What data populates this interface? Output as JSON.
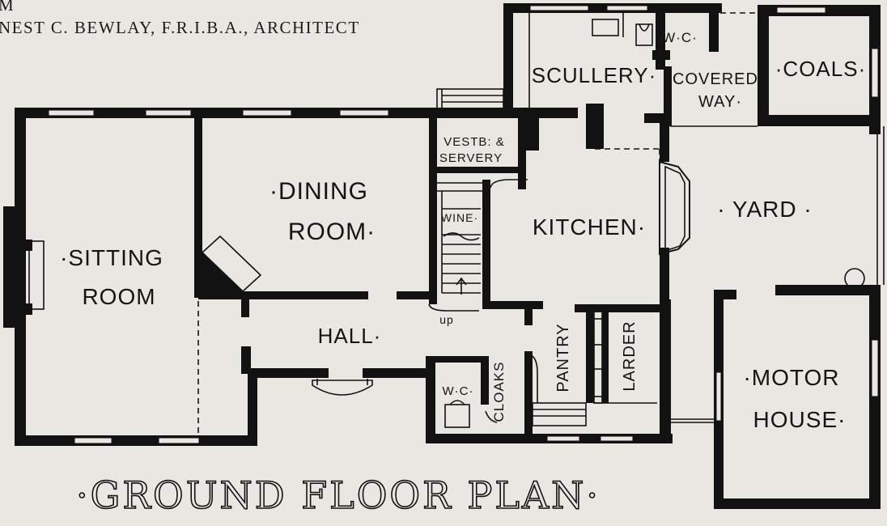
{
  "header": {
    "corner_mark": "M",
    "architect_line": "NEST C. BEWLAY, F.R.I.B.A., ARCHITECT"
  },
  "plan_title": "·GROUND  FLOOR  PLAN·",
  "rooms": {
    "sitting_room_1": "·SITTING",
    "sitting_room_2": "ROOM",
    "dining_room_1": "·DINING",
    "dining_room_2": "ROOM·",
    "hall": "HALL·",
    "kitchen": "KITCHEN·",
    "yard": "· YARD ·",
    "motor_house_1": "·MOTOR",
    "motor_house_2": "HOUSE·",
    "scullery": "SCULLERY·",
    "covered_way_1": "COVERED",
    "covered_way_2": "WAY·",
    "coals_outer": "·COALS·",
    "wc_upper": "W·C·",
    "vestibule_1": "VESTB: &",
    "vestibule_2": "SERVERY",
    "wine": "WINE·",
    "up": "up",
    "wc_lower": "W·C·",
    "cloaks": "CLOAKS",
    "pantry": "PANTRY",
    "larder": "LARDER"
  }
}
